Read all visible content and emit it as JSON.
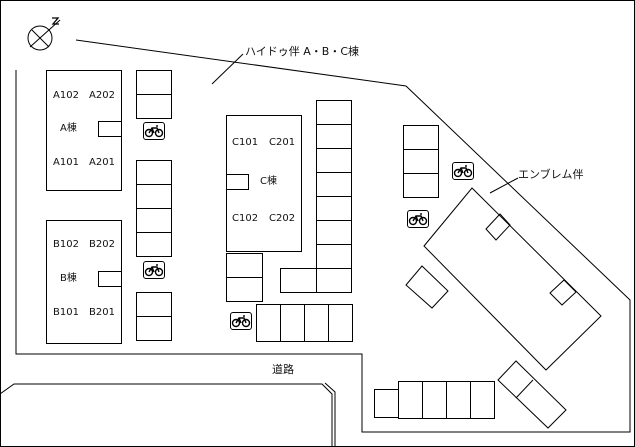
{
  "map": {
    "buildings": {
      "a": {
        "name": "A棟",
        "units": [
          "A102",
          "A202",
          "A101",
          "A201"
        ]
      },
      "b": {
        "name": "B棟",
        "units": [
          "B102",
          "B202",
          "B101",
          "B201"
        ]
      },
      "c": {
        "name": "C棟",
        "units": [
          "C101",
          "C201",
          "C102",
          "C202"
        ]
      }
    },
    "labels": {
      "heights_building": "ハイドゥ伴 A・B・C棟",
      "emblem_building": "エンブレム伴",
      "road": "道路"
    },
    "icons": {
      "compass": "compass-north-icon",
      "bicycle": "bicycle-icon"
    }
  }
}
